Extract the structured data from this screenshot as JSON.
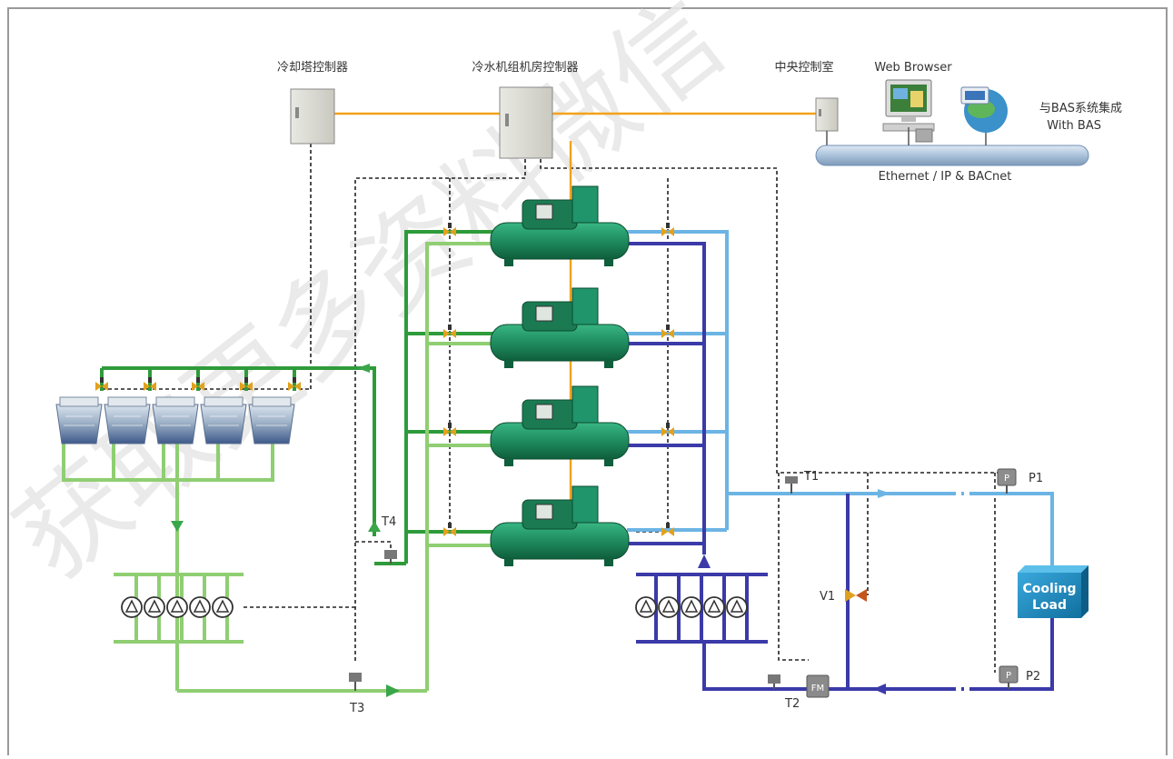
{
  "labels": {
    "cooling_tower_controller": "冷却塔控制器",
    "chiller_room_controller": "冷水机组机房控制器",
    "central_control_room": "中央控制室",
    "web_browser": "Web Browser",
    "bas_integration_line1": "与BAS系统集成",
    "bas_integration_line2": "With BAS",
    "network": "Ethernet / IP & BACnet",
    "t1": "T1",
    "t2": "T2",
    "t3": "T3",
    "t4": "T4",
    "v1": "V1",
    "p1": "P1",
    "p2": "P2",
    "fm": "FM",
    "p_sensor": "P",
    "cooling_load_line1": "Cooling",
    "cooling_load_line2": "Load"
  },
  "watermark": "获取更多资料微信",
  "colors": {
    "condenser_dark": "#2e9b3a",
    "condenser_light": "#8fce72",
    "chilled_supply": "#6cb4e4",
    "chilled_return": "#3b3aa8",
    "control_bus": "#f2a21b",
    "network_pipe": "#b8cfe4",
    "chiller_body": "#1f8c5f",
    "cooling_load_box": "#1a8fc8"
  },
  "chillers": [
    {
      "id": "chiller-1"
    },
    {
      "id": "chiller-2"
    },
    {
      "id": "chiller-3"
    },
    {
      "id": "chiller-4"
    }
  ],
  "cooling_towers": [
    {
      "id": "tower-1"
    },
    {
      "id": "tower-2"
    },
    {
      "id": "tower-3"
    },
    {
      "id": "tower-4"
    },
    {
      "id": "tower-5"
    }
  ],
  "condenser_pumps": [
    {
      "id": "cw-pump-1"
    },
    {
      "id": "cw-pump-2"
    },
    {
      "id": "cw-pump-3"
    },
    {
      "id": "cw-pump-4"
    },
    {
      "id": "cw-pump-5"
    }
  ],
  "chilled_pumps": [
    {
      "id": "chw-pump-1"
    },
    {
      "id": "chw-pump-2"
    },
    {
      "id": "chw-pump-3"
    },
    {
      "id": "chw-pump-4"
    },
    {
      "id": "chw-pump-5"
    }
  ]
}
